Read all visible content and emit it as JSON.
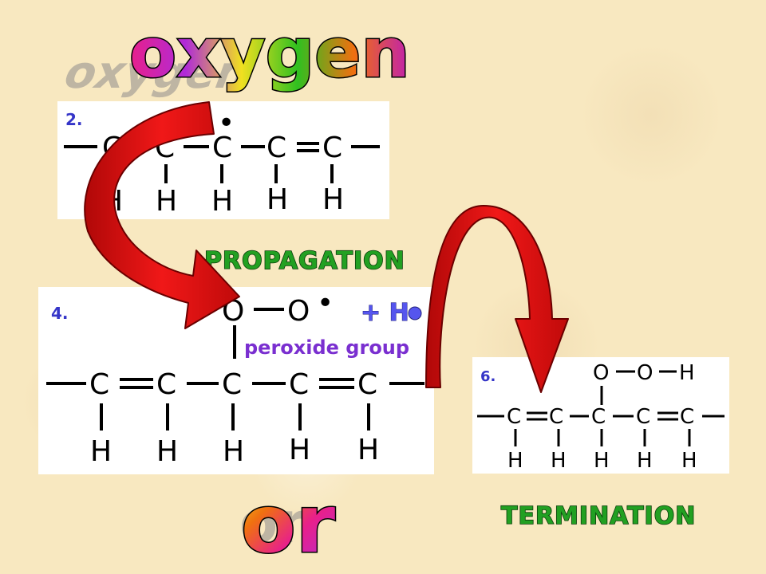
{
  "title_word": "oxygen",
  "bottom_word": "or",
  "stage_labels": {
    "propagation": "PROPAGATION",
    "termination": "TERMINATION"
  },
  "panels": {
    "panel2": {
      "number": "2."
    },
    "panel4": {
      "number": "4.",
      "plus_h": "+ H",
      "group_label": "peroxide group"
    },
    "panel6": {
      "number": "6."
    }
  },
  "atoms": {
    "carbon": "C",
    "hydrogen": "H",
    "oxygen": "O",
    "radical": "•"
  },
  "colors": {
    "background": "#f8e8c0",
    "arrow_red": "#e01010",
    "label_green": "#22a022",
    "number_blue": "#3535c8",
    "peroxide_purple": "#7a2fd0",
    "hdot_blue": "#5555ee"
  }
}
